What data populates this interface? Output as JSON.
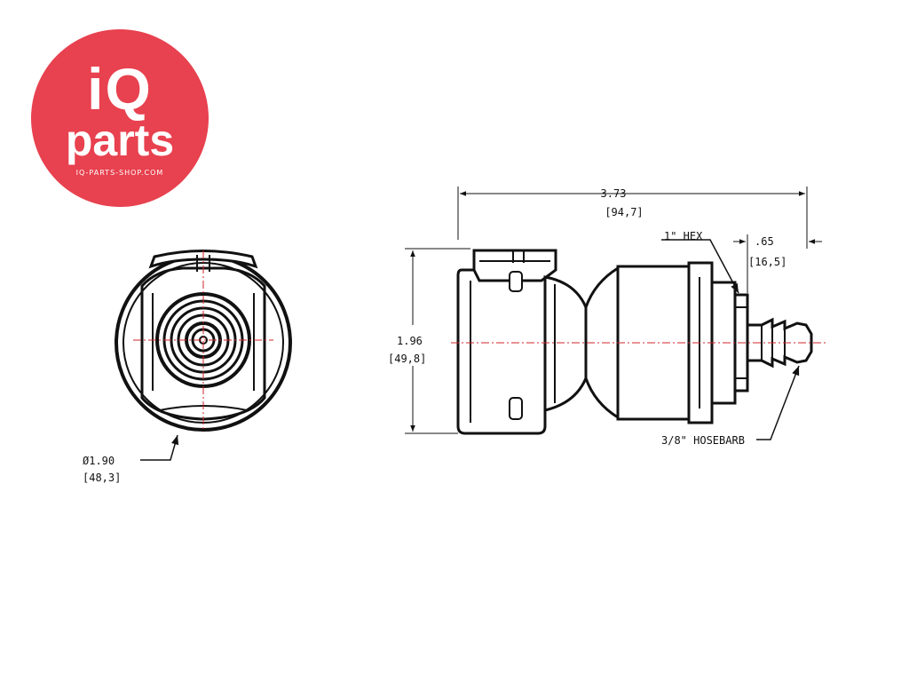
{
  "logo": {
    "mark": "iQ",
    "word": "parts",
    "url": "IQ-PARTS-SHOP.COM",
    "colors": {
      "background": "#e8414f",
      "text": "#ffffff"
    }
  },
  "dimensions": {
    "overall_length": {
      "inch": "3.73",
      "mm": "[94,7]"
    },
    "height": {
      "inch": "1.96",
      "mm": "[49,8]"
    },
    "barb_length": {
      "inch": ".65",
      "mm": "[16,5]"
    },
    "diameter": {
      "inch": "Ø1.90",
      "mm": "[48,3]"
    }
  },
  "callouts": {
    "hex": "1\" HEX",
    "hosebarb": "3/8\" HOSEBARB"
  },
  "colors": {
    "line": "#111111",
    "centerline": "#d0242b"
  }
}
